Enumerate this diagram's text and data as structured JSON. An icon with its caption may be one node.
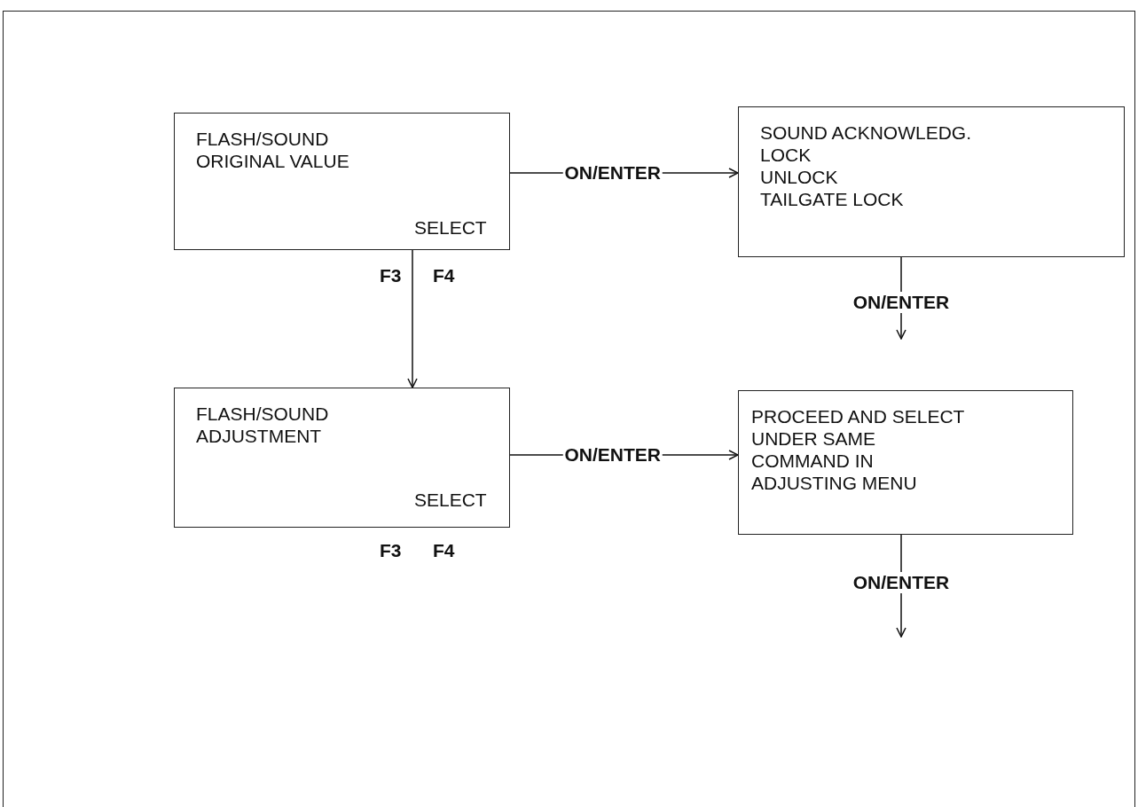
{
  "diagram": {
    "nodes": [
      {
        "text": [
          "FLASH/SOUND ORIGINAL VALUE",
          "SELECT"
        ],
        "beside": [
          "F3",
          "F4"
        ]
      },
      {
        "text": [
          "SOUND ACKNOWLEDG.",
          "LOCK",
          "UNLOCK",
          "TAILGATE LOCK"
        ]
      },
      {
        "text": [
          "FLASH/SOUND ADJUSTMENT",
          "SELECT"
        ],
        "beside": [
          "F3",
          "F4"
        ]
      },
      {
        "text": [
          "PROCEED AND SELECT UNDER SAME COMMAND IN ADJUSTING MENU"
        ]
      }
    ],
    "edges": [
      {
        "from": 0,
        "to": 1,
        "arrow": "to",
        "label": "ON/ENTER"
      },
      {
        "from": 1,
        "to": null,
        "arrow": "to",
        "label": "ON/ENTER"
      },
      {
        "from": 0,
        "to": 2,
        "arrow": "to"
      },
      {
        "from": 2,
        "to": 3,
        "arrow": "to",
        "label": "ON/ENTER"
      },
      {
        "from": 3,
        "to": null,
        "arrow": "to",
        "label": "ON/ENTER"
      }
    ]
  }
}
